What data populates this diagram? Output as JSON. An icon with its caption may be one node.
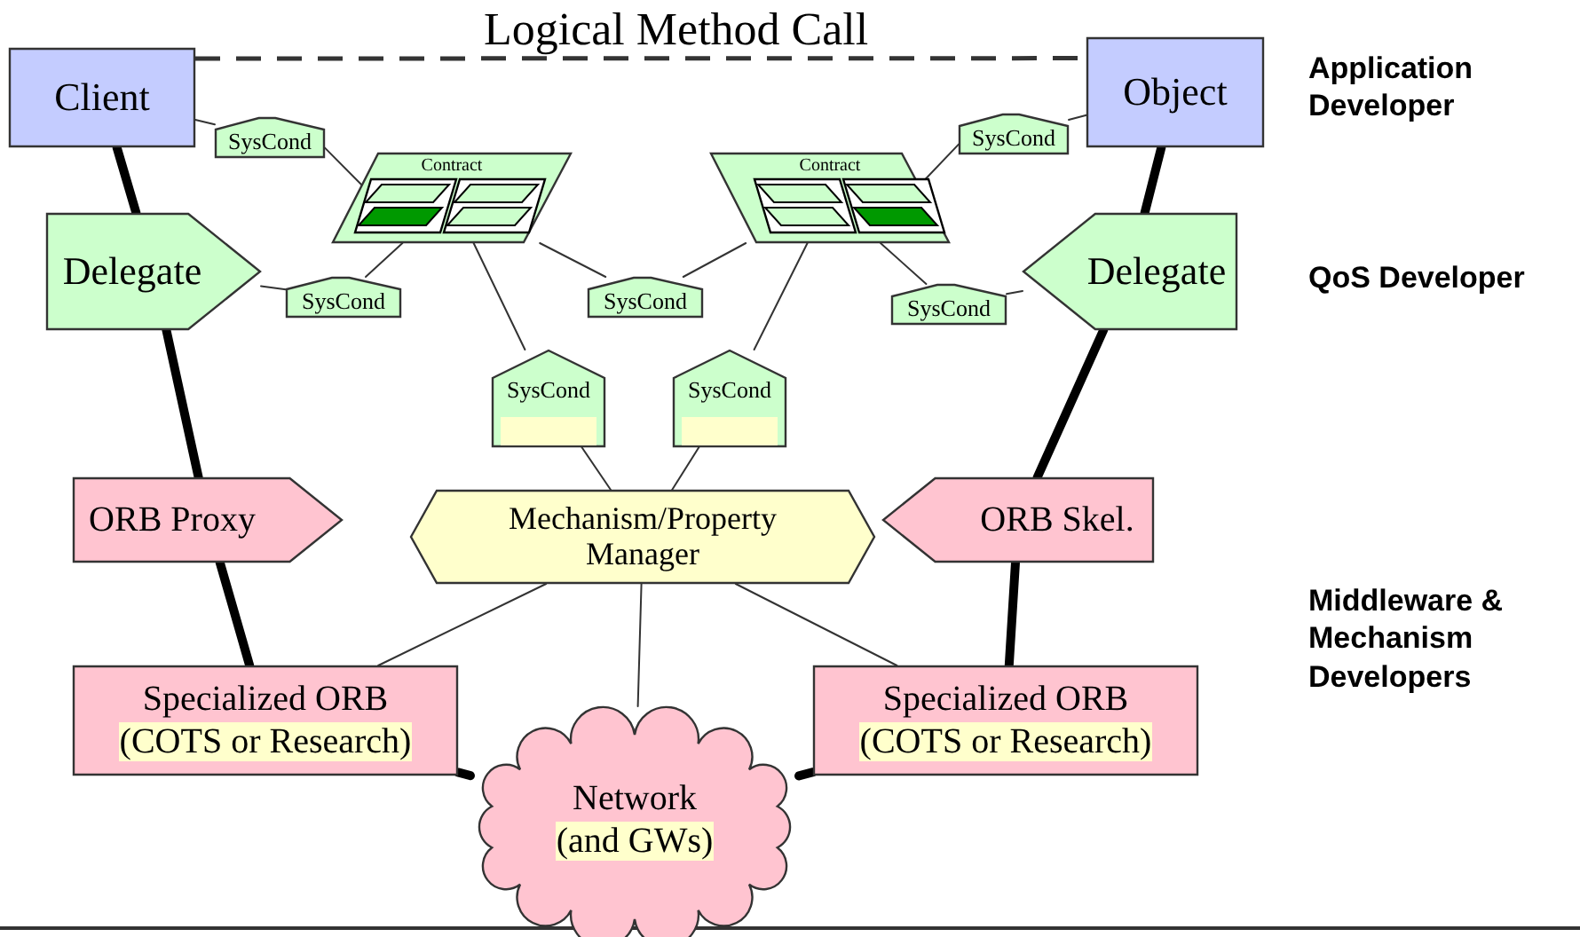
{
  "diagram": {
    "nodes": [
      {
        "text": [
          "Client"
        ]
      },
      {
        "text": [
          "Object"
        ]
      },
      {
        "text": [
          "SysCond"
        ]
      },
      {
        "text": [
          "Contract"
        ]
      },
      {
        "text": [
          "Contract"
        ]
      },
      {
        "text": [
          "SysCond"
        ]
      },
      {
        "text": [
          "Delegate"
        ]
      },
      {
        "text": [
          "SysCond"
        ]
      },
      {
        "text": [
          "SysCond"
        ]
      },
      {
        "text": [
          "SysCond"
        ]
      },
      {
        "text": [
          "Delegate"
        ]
      },
      {
        "text": [
          "SysCond"
        ]
      },
      {
        "text": [
          "SysCond"
        ]
      },
      {
        "text": [
          "ORB Proxy"
        ]
      },
      {
        "text": [
          "Mechanism/Property Manager"
        ]
      },
      {
        "text": [
          "ORB Skel."
        ]
      },
      {
        "text": [
          "Specialized ORB",
          "(COTS or Research)"
        ]
      },
      {
        "text": [
          "Specialized ORB",
          "(COTS or Research)"
        ]
      },
      {
        "text": [
          "Network",
          "(and GWs)"
        ]
      }
    ],
    "edges": [
      {
        "from": 0,
        "to": 1,
        "arrow": "none",
        "label": "Logical Method Call",
        "style": "dashed"
      },
      {
        "from": 0,
        "to": 2,
        "arrow": "none"
      },
      {
        "from": 2,
        "to": 3,
        "arrow": "none"
      },
      {
        "from": 1,
        "to": 5,
        "arrow": "none"
      },
      {
        "from": 5,
        "to": 4,
        "arrow": "none"
      },
      {
        "from": 6,
        "to": 7,
        "arrow": "none"
      },
      {
        "from": 7,
        "to": 3,
        "arrow": "none"
      },
      {
        "from": 3,
        "to": 8,
        "arrow": "none"
      },
      {
        "from": 8,
        "to": 4,
        "arrow": "none"
      },
      {
        "from": 4,
        "to": 9,
        "arrow": "none"
      },
      {
        "from": 9,
        "to": 10,
        "arrow": "none"
      },
      {
        "from": 3,
        "to": 11,
        "arrow": "none"
      },
      {
        "from": 4,
        "to": 12,
        "arrow": "none"
      },
      {
        "from": 11,
        "to": 14,
        "arrow": "none"
      },
      {
        "from": 12,
        "to": 14,
        "arrow": "none"
      },
      {
        "from": 14,
        "to": 16,
        "arrow": "none"
      },
      {
        "from": 14,
        "to": 17,
        "arrow": "none"
      },
      {
        "from": 14,
        "to": 18,
        "arrow": "none"
      },
      {
        "from": 0,
        "to": 6,
        "arrow": "none",
        "style": "thick"
      },
      {
        "from": 6,
        "to": 13,
        "arrow": "none",
        "style": "thick"
      },
      {
        "from": 13,
        "to": 16,
        "arrow": "none",
        "style": "thick"
      },
      {
        "from": 16,
        "to": 18,
        "arrow": "none",
        "style": "thick"
      },
      {
        "from": 1,
        "to": 10,
        "arrow": "none",
        "style": "thick"
      },
      {
        "from": 10,
        "to": 15,
        "arrow": "none",
        "style": "thick"
      },
      {
        "from": 15,
        "to": 17,
        "arrow": "none",
        "style": "thick"
      },
      {
        "from": 17,
        "to": 18,
        "arrow": "none",
        "style": "thick"
      }
    ],
    "labels": [
      "Application Developer",
      "QoS Developer",
      "Middleware & Mechanism Developers"
    ]
  }
}
